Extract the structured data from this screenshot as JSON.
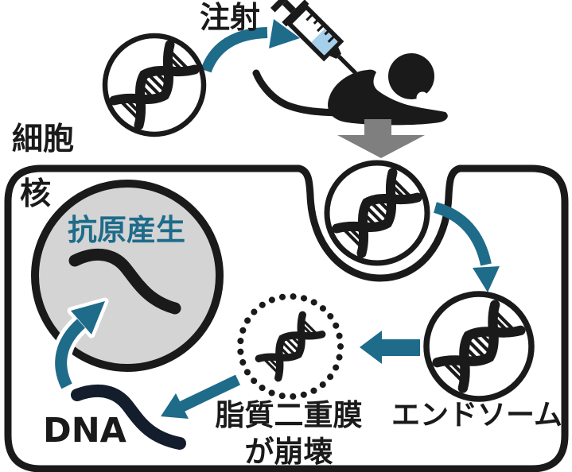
{
  "diagram": {
    "labels": {
      "injection": "注射",
      "cell": "細胞",
      "nucleus": "核",
      "antigen_production": "抗原産生",
      "dna": "DNA",
      "lipid_bilayer_line1": "脂質二重膜",
      "lipid_bilayer_line2": "が崩壊",
      "endosome": "エンドソーム"
    },
    "icons": {
      "dna_plasmid_icon": "double helix inside solid circle",
      "syringe_icon": "tilted syringe with light blue liquid",
      "mouse_icon": "black mouse silhouette",
      "uptake_arrow_icon": "gray block arrow down",
      "endocytosis_vesicle_icon": "double helix circle in membrane pocket",
      "endosome_icon": "double helix inside solid circle",
      "lipid_vesicle_icon": "double helix inside dotted circle",
      "naked_dna_icon": "dark s-curved strand",
      "mrna_strand_icon": "black s-curved strand in nucleus"
    },
    "colors": {
      "ink": "#1a1a1a",
      "accent_teal": "#1e6b8a",
      "syringe_liquid": "#a6cfec",
      "nucleus_fill": "#d4d4d4",
      "arrow_gray": "#7f7f7f",
      "dna_strand": "#141d2b",
      "background": "#ffffff"
    }
  }
}
